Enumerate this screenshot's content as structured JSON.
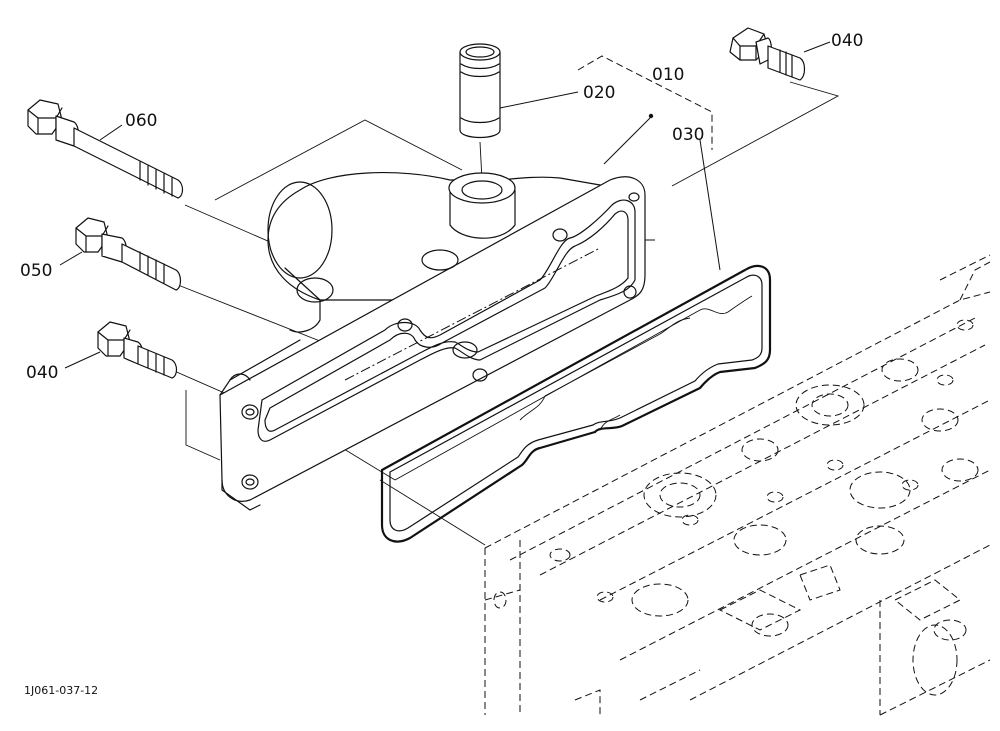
{
  "diagram": {
    "part_labels": {
      "p010": "010",
      "p020": "020",
      "p030": "030",
      "p040_top": "040",
      "p040_left": "040",
      "p050": "050",
      "p060": "060"
    },
    "drawing_number": "1J061-037-12"
  }
}
